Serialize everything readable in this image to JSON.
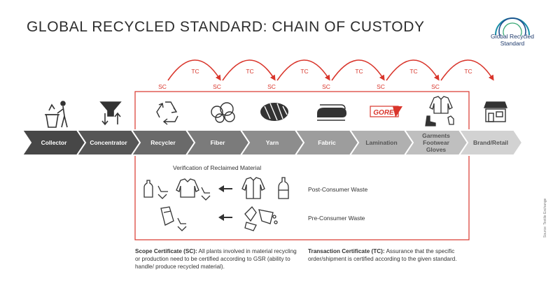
{
  "title": "GLOBAL RECYCLED STANDARD: CHAIN OF CUSTODY",
  "logo": {
    "line1": "Global Recycled",
    "line2": "Standard"
  },
  "colors": {
    "accent": "#d9352b",
    "chevron_dark": "#4a4a4a",
    "text": "#333333"
  },
  "stages": [
    {
      "label": "Collector",
      "icon": "trash-person-icon"
    },
    {
      "label": "Concentrator",
      "icon": "funnel-arrows-icon"
    },
    {
      "label": "Recycler",
      "icon": "recycle-icon"
    },
    {
      "label": "Fiber",
      "icon": "cotton-fiber-icon"
    },
    {
      "label": "Yarn",
      "icon": "yarn-ball-icon"
    },
    {
      "label": "Fabric",
      "icon": "fabric-roll-icon"
    },
    {
      "label": "Lamination",
      "icon": "gore-logo-icon"
    },
    {
      "label": "Garments\nFootwear\nGloves",
      "icon": "jacket-boot-glove-icon"
    },
    {
      "label": "Brand/Retail",
      "icon": "store-icon"
    }
  ],
  "gore_text": "GORE",
  "sc_label": "SC",
  "tc_label": "TC",
  "verification": {
    "title": "Verification of Reclaimed Material",
    "post_consumer": "Post-Consumer Waste",
    "pre_consumer": "Pre-Consumer Waste"
  },
  "notes": {
    "sc_title": "Scope Certificate (SC):",
    "sc_text": "All plants involved in material recycling or production need to be certified according to GSR (ability to handle/ produce recycled material).",
    "tc_title": "Transaction Certificate (TC):",
    "tc_text": "Assurance that the specific order/shipment is certified according to the given standard."
  },
  "source": "Source: Textile Exchange"
}
